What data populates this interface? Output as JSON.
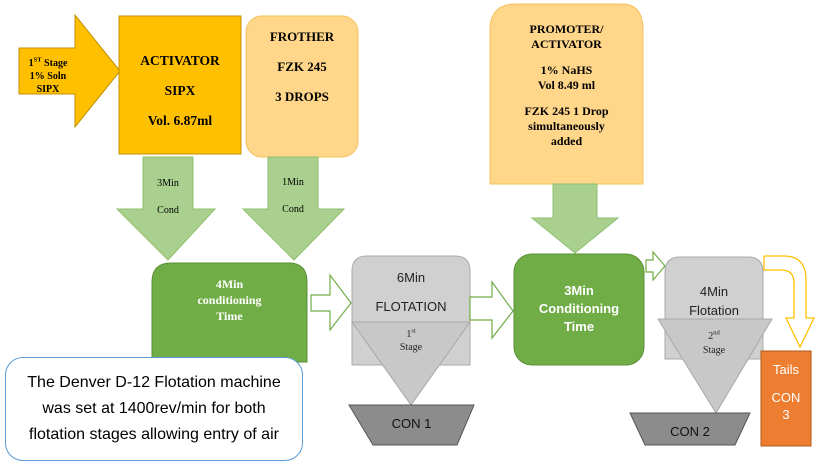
{
  "colors": {
    "activator_fill": "#ffc000",
    "frother_fill": "#ffd68a",
    "cond_arrow_fill": "#a9d08e",
    "conditioning_fill": "#70ad47",
    "flotation_fill": "#d0d0d0",
    "con_fill": "#8c8c8c",
    "tails_fill": "#ed7d31",
    "note_border": "#5b9bd5",
    "tails_arrow_stroke": "#ffc000"
  },
  "stage1_input": {
    "line1": "1",
    "line1_sup": "ST",
    "line1_rest": " Stage",
    "line2": "1% Soln",
    "line3": "SIPX"
  },
  "activator": {
    "title": "ACTIVATOR",
    "reagent": "SIPX",
    "volume": "Vol. 6.87ml"
  },
  "frother": {
    "title": "FROTHER",
    "reagent": "FZK 245",
    "dose": "3 DROPS"
  },
  "promoter": {
    "title1": "PROMOTER/",
    "title2": "ACTIVATOR",
    "reagent": "1% NaHS",
    "volume": "Vol 8.49 ml",
    "extra1": "FZK 245 1 Drop",
    "extra2": "simultaneously",
    "extra3": "added"
  },
  "cond_arrows": [
    {
      "time": "3Min",
      "label": "Cond"
    },
    {
      "time": "1Min",
      "label": "Cond"
    }
  ],
  "conditioning1": {
    "line1": "4Min",
    "line2": "conditioning",
    "line3": "Time"
  },
  "flotation1": {
    "time": "6Min",
    "label": "FLOTATION",
    "stage_num": "1",
    "stage_sup": "st",
    "stage_label": "Stage"
  },
  "conditioning2": {
    "line1": "3Min",
    "line2": "Conditioning",
    "line3": "Time"
  },
  "flotation2": {
    "time": "4Min",
    "label": "Flotation",
    "stage_num": "2",
    "stage_sup": "nd",
    "stage_label": "Stage"
  },
  "con1": {
    "label": "CON 1"
  },
  "con2": {
    "label": "CON 2"
  },
  "tails": {
    "line1": "Tails",
    "line2": "CON",
    "line3": "3"
  },
  "note": {
    "text": "The Denver D-12 Flotation machine was set at 1400rev/min for both flotation stages allowing entry of air"
  }
}
